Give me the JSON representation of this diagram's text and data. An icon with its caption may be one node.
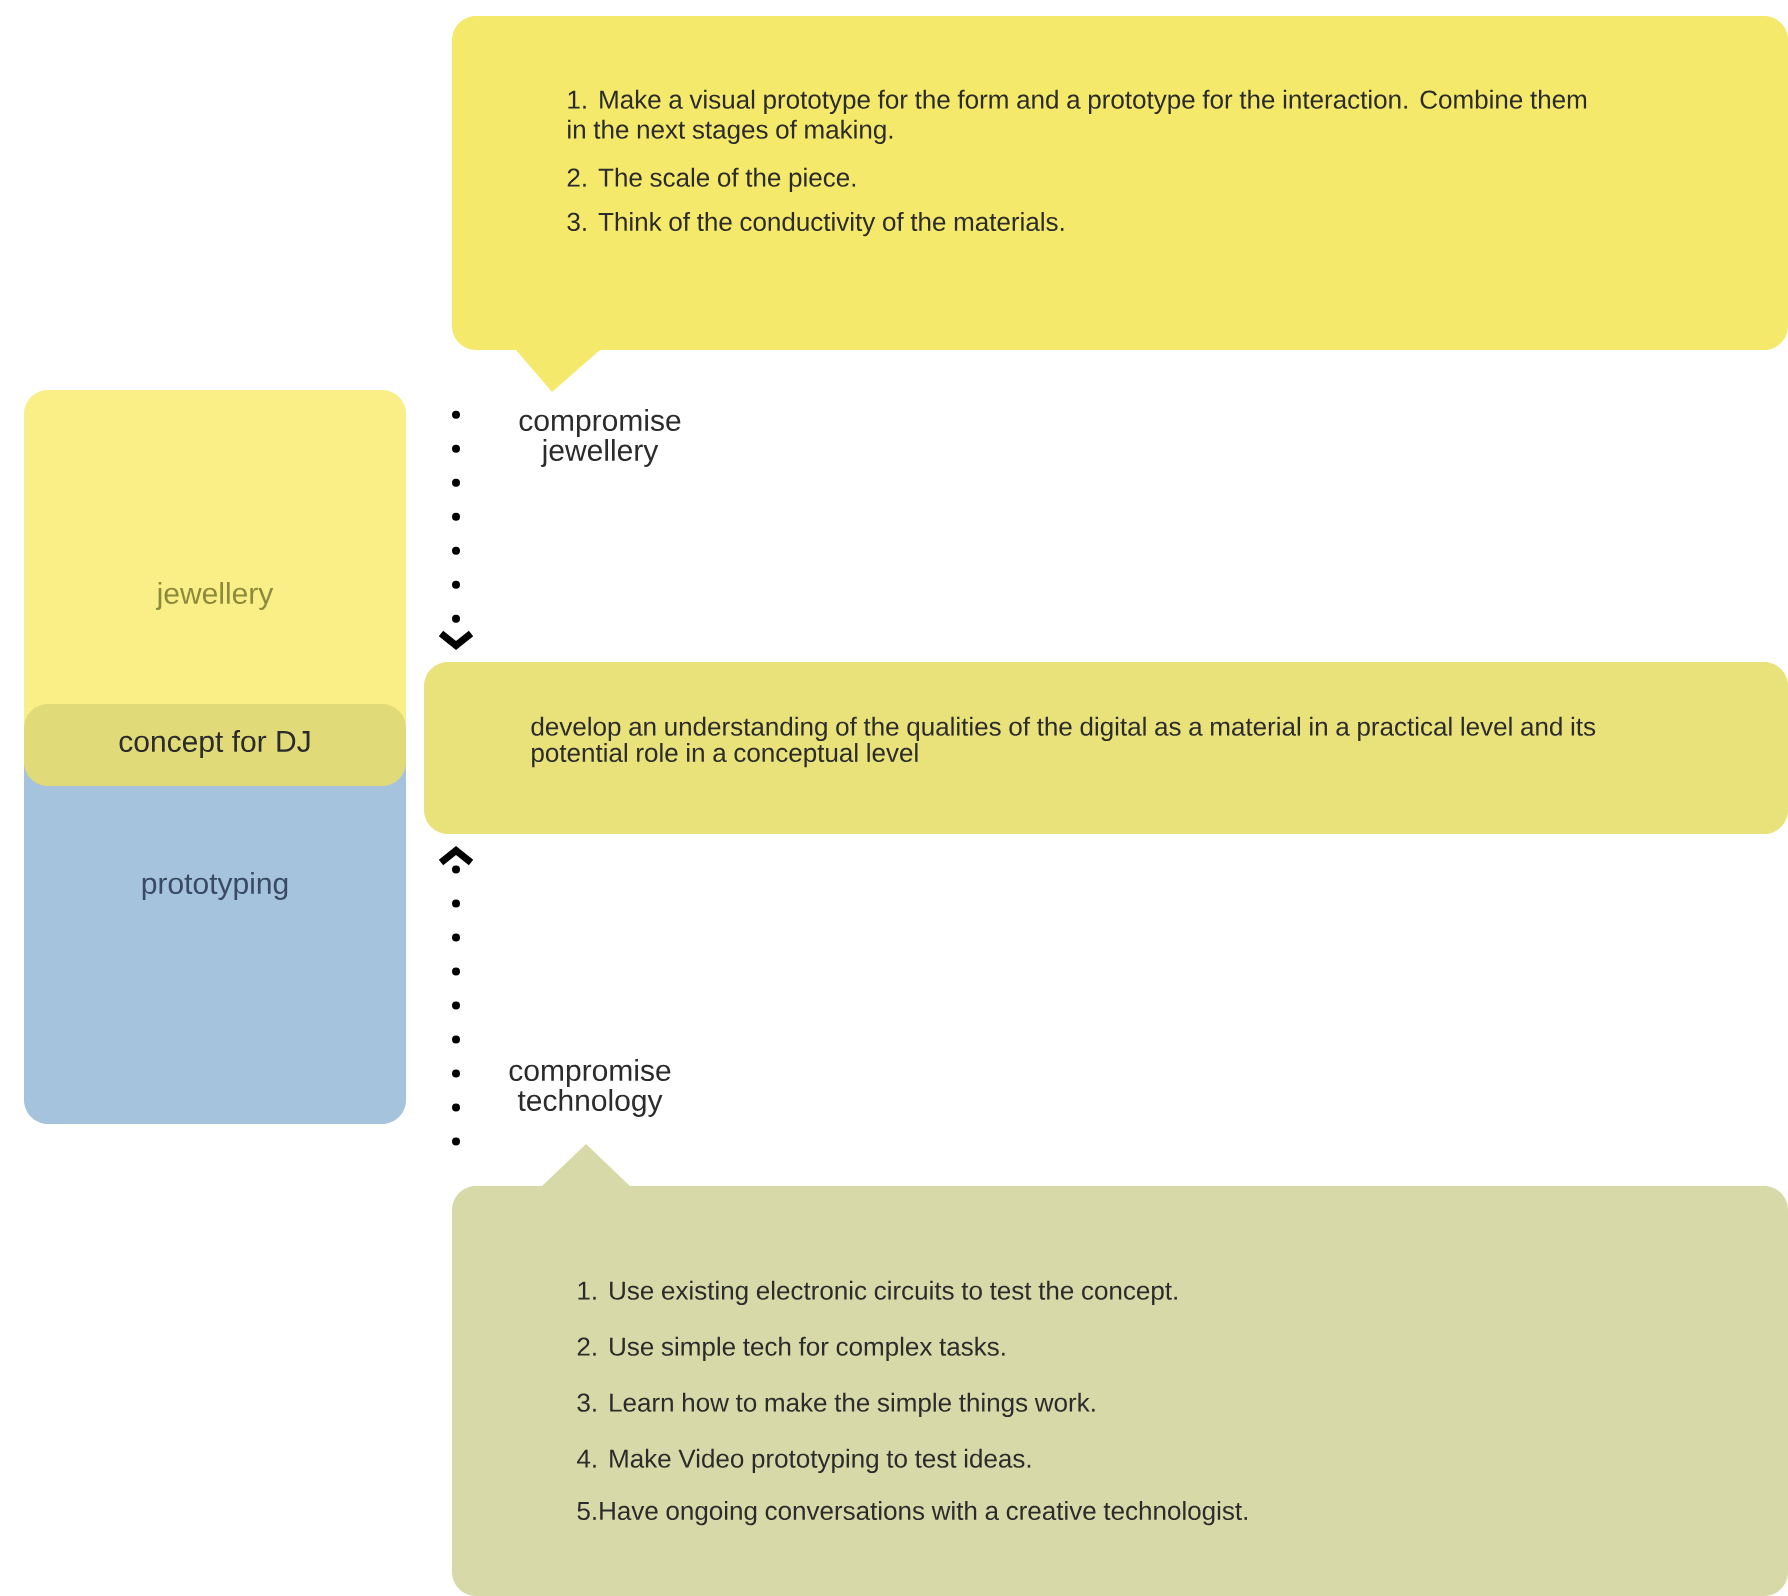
{
  "diagram": {
    "nodes": [
      {
        "text": [
          "1. Make a visual prototype for the form and a prototype for the interaction. Combine them in  the next stages of making.",
          "2. The scale of the piece.",
          "3. Think of the conductivity of the materials."
        ]
      },
      {
        "text": [
          "jewellery"
        ]
      },
      {
        "text": [
          "prototyping"
        ]
      },
      {
        "text": [
          "concept for DJ"
        ]
      },
      {
        "text": [
          "compromise jewellery"
        ]
      },
      {
        "text": [
          "develop an understanding of the qualities of the digital as a material in a practical level and its potential role in a conceptual level"
        ]
      },
      {
        "text": [
          "compromise technology"
        ]
      },
      {
        "text": [
          "1. Use existing electronic circuits to test the concept.",
          "2. Use simple tech for complex tasks.",
          "3. Learn how to make the simple things work.",
          "4. Make Video prototyping to test ideas.",
          "5.Have ongoing conversations with a creative technologist."
        ]
      }
    ],
    "edges": [
      {
        "from": 4,
        "to": 5,
        "arrow": "to"
      },
      {
        "from": 6,
        "to": 5,
        "arrow": "to"
      }
    ]
  }
}
